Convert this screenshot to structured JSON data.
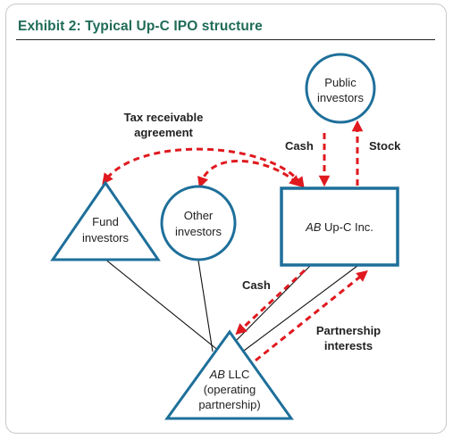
{
  "title": "Exhibit 2: Typical Up-C IPO structure",
  "nodes": {
    "public_investors": {
      "line1": "Public",
      "line2": "investors"
    },
    "fund_investors": {
      "line1": "Fund",
      "line2": "investors"
    },
    "other_investors": {
      "line1": "Other",
      "line2": "investors"
    },
    "upc_inc": {
      "prefix": "AB",
      "rest": " Up-C Inc."
    },
    "llc": {
      "line1_prefix": "AB",
      "line1_rest": " LLC",
      "line2": "(operating",
      "line3": "partnership)"
    }
  },
  "edge_labels": {
    "tax_receivable_line1": "Tax receivable",
    "tax_receivable_line2": "agreement",
    "cash_top": "Cash",
    "stock": "Stock",
    "cash_lower": "Cash",
    "partnership_line1": "Partnership",
    "partnership_line2": "interests"
  },
  "colors": {
    "accent_teal": "#1e6f9a",
    "arrow_red": "#e0191f",
    "title_green": "#1f6b57"
  }
}
